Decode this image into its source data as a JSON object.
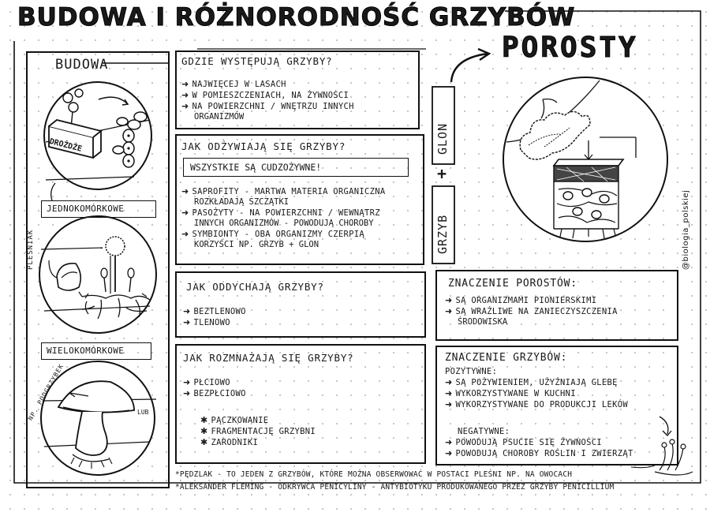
{
  "title": "BUDOWA I RÓŻNORODNOŚĆ GRZYBÓW",
  "porosty_title": "POROSTY",
  "left": {
    "heading": "BUDOWA",
    "drozdze_label": "DROŻDŻE",
    "jednokomorkowe_label": "JEDNOKOMÓRKOWE",
    "plesniak_label": "PLEŚNIAK",
    "wielokomorkowe_label": "WIELOKOMÓRKOWE",
    "podgrzybek_label": "NP. PODGRZYBEK",
    "lub_label": "LUB"
  },
  "gdzie": {
    "title": "GDZIE WYSTĘPUJĄ GRZYBY?",
    "items": [
      "NAJWIĘCEJ W LASACH",
      "W POMIESZCZENIACH, NA ŻYWNOŚCI",
      "NA POWIERZCHNI / WNĘTRZU INNYCH"
    ],
    "continuation": "ORGANIZMÓW"
  },
  "odzywianie": {
    "title": "JAK ODŻYWIAJĄ SIĘ GRZYBY?",
    "highlight": "WSZYSTKIE SĄ CUDZOŻYWNE!",
    "item1": "SAPROFITY - MARTWA MATERIA ORGANICZNA",
    "item1_cont": "ROZKŁADAJĄ SZCZĄTKI",
    "item2": "PASOŻYTY - NA POWIERZCHNI / WEWNĄTRZ",
    "item2_cont": "INNYCH ORGANIZMÓW - POWODUJĄ CHOROBY",
    "item3": "SYMBIONTY - OBA ORGANIZMY CZERPIĄ",
    "item3_cont": "KORZYŚCI NP. GRZYB + GLON"
  },
  "oddychanie": {
    "title": "JAK ODDYCHAJĄ GRZYBY?",
    "items": [
      "BEZTLENOWO",
      "TLENOWO"
    ]
  },
  "rozmnazanie": {
    "title": "JAK ROZMNAŻAJĄ SIĘ GRZYBY?",
    "items": [
      "PŁCIOWO",
      "BEZPŁCIOWO"
    ],
    "subitems": [
      "PĄCZKOWANIE",
      "FRAGMENTACJĘ GRZYBNI",
      "ZARODNIKI"
    ]
  },
  "glon_label": "GLON",
  "plus_label": "+",
  "grzyb_label": "GRZYB",
  "znaczenie_porostow": {
    "title": "ZNACZENIE POROSTÓW:",
    "item1": "SĄ ORGANIZMAMI PIONIERSKIMI",
    "item2": "SĄ WRAŻLIWE NA ZANIECZYSZCZENIA",
    "item2_cont": "ŚRODOWISKA"
  },
  "znaczenie_grzybow": {
    "title": "ZNACZENIE GRZYBÓW:",
    "pos_label": "POZYTYWNE:",
    "pos_items": [
      "SĄ POŻYWIENIEM, UŻYŹNIAJĄ GLEBĘ",
      "WYKORZYSTYWANE W KUCHNI",
      "WYKORZYSTYWANE DO PRODUKCJI LEKÓW"
    ],
    "neg_label": "NEGATYWNE:",
    "neg_items": [
      "POWODUJĄ PSUCIE SIĘ ŻYWNOŚCI",
      "POWODUJĄ CHOROBY ROŚLIN I ZWIERZĄT"
    ]
  },
  "credit": "@biologia_polskiej",
  "footnotes": [
    "*PĘDZLAK - TO JEDEN Z GRZYBÓW, KTÓRE MOŻNA OBSERWOWAĆ W POSTACI PLEŚNI NP. NA OWOCACH",
    "*ALEKSANDER FLEMING - ODKRYWCA PENICYLINY - ANTYBIOTYKU PRODUKOWANEGO PRZEZ GRZYBY PENICILLIUM"
  ]
}
